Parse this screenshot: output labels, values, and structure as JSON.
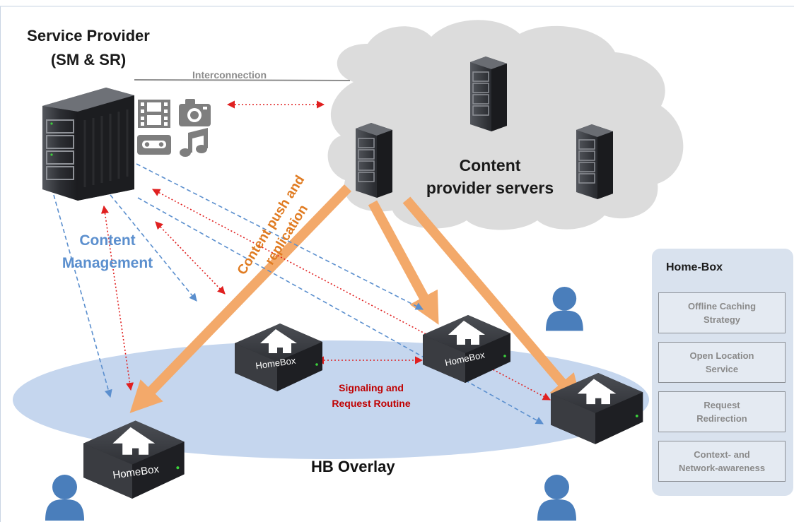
{
  "service_provider": {
    "title_line1": "Service Provider",
    "title_line2": "(SM & SR)"
  },
  "interconnection_label": "Interconnection",
  "cloud": {
    "label_line1": "Content",
    "label_line2": "provider servers",
    "fill_color": "#dcdcdc"
  },
  "content_management": {
    "line1": "Content",
    "line2": "Management",
    "color": "#5b8fce"
  },
  "content_push": {
    "line1": "Content push and",
    "line2": "replication",
    "color": "#e07b21"
  },
  "signaling": {
    "line1": "Signaling and",
    "line2": "Request Routine",
    "color": "#c00000"
  },
  "overlay": {
    "label": "HB Overlay",
    "fill_color": "#c5d6ee"
  },
  "homebox_device_label": "HomeBox",
  "home_box_panel": {
    "title": "Home-Box",
    "features": [
      {
        "line1": "Offline Caching",
        "line2": "Strategy"
      },
      {
        "line1": "Open Location",
        "line2": "Service"
      },
      {
        "line1": "Request",
        "line2": "Redirection"
      },
      {
        "line1": "Context- and",
        "line2": "Network-awareness"
      }
    ]
  },
  "media_icons": [
    "film-icon",
    "camera-icon",
    "cassette-icon",
    "music-note-icon"
  ],
  "colors": {
    "user": "#4a7ebb",
    "server_dark": "#2b2d31",
    "arrow_red": "#e02020",
    "arrow_blue": "#5b8fce",
    "arrow_orange": "#f3a96a"
  }
}
